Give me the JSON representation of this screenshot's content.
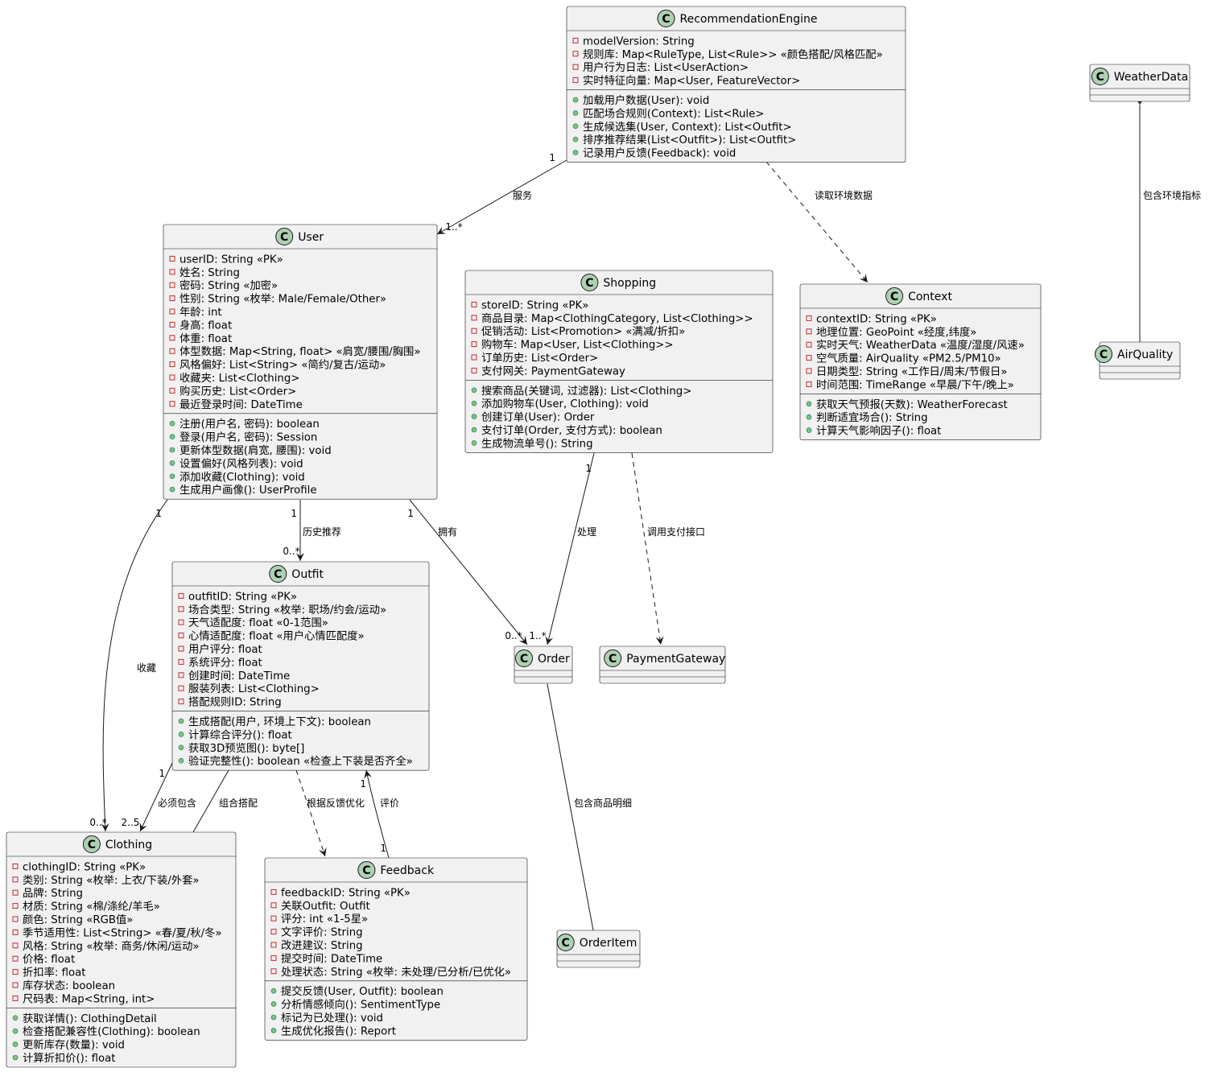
{
  "classes": {
    "RecommendationEngine": {
      "name": "RecommendationEngine",
      "attributes": [
        "modelVersion: String",
        "规则库: Map<RuleType, List<Rule>> «颜色搭配/风格匹配»",
        "用户行为日志: List<UserAction>",
        "实时特征向量: Map<User, FeatureVector>"
      ],
      "methods": [
        "加载用户数据(User): void",
        "匹配场合规则(Context): List<Rule>",
        "生成候选集(User, Context): List<Outfit>",
        "排序推荐结果(List<Outfit>): List<Outfit>",
        "记录用户反馈(Feedback): void"
      ]
    },
    "WeatherData": {
      "name": "WeatherData",
      "attributes": [],
      "methods": []
    },
    "AirQuality": {
      "name": "AirQuality",
      "attributes": [],
      "methods": []
    },
    "User": {
      "name": "User",
      "attributes": [
        "userID: String «PK»",
        "姓名: String",
        "密码: String «加密»",
        "性别: String «枚举: Male/Female/Other»",
        "年龄: int",
        "身高: float",
        "体重: float",
        "体型数据: Map<String, float> «肩宽/腰围/胸围»",
        "风格偏好: List<String> «简约/复古/运动»",
        "收藏夹: List<Clothing>",
        "购买历史: List<Order>",
        "最近登录时间: DateTime"
      ],
      "methods": [
        "注册(用户名, 密码): boolean",
        "登录(用户名, 密码): Session",
        "更新体型数据(肩宽, 腰围): void",
        "设置偏好(风格列表): void",
        "添加收藏(Clothing): void",
        "生成用户画像(): UserProfile"
      ]
    },
    "Shopping": {
      "name": "Shopping",
      "attributes": [
        "storeID: String «PK»",
        "商品目录: Map<ClothingCategory, List<Clothing>>",
        "促销活动: List<Promotion> «满减/折扣»",
        "购物车: Map<User, List<Clothing>>",
        "订单历史: List<Order>",
        "支付网关: PaymentGateway"
      ],
      "methods": [
        "搜索商品(关键词, 过滤器): List<Clothing>",
        "添加购物车(User, Clothing): void",
        "创建订单(User): Order",
        "支付订单(Order, 支付方式): boolean",
        "生成物流单号(): String"
      ]
    },
    "Context": {
      "name": "Context",
      "attributes": [
        "contextID: String «PK»",
        "地理位置: GeoPoint «经度,纬度»",
        "实时天气: WeatherData «温度/湿度/风速»",
        "空气质量: AirQuality «PM2.5/PM10»",
        "日期类型: String «工作日/周末/节假日»",
        "时间范围: TimeRange «早晨/下午/晚上»"
      ],
      "methods": [
        "获取天气预报(天数): WeatherForecast",
        "判断适宜场合(): String",
        "计算天气影响因子(): float"
      ]
    },
    "Outfit": {
      "name": "Outfit",
      "attributes": [
        "outfitID: String «PK»",
        "场合类型: String «枚举: 职场/约会/运动»",
        "天气适配度: float «0-1范围»",
        "心情适配度: float «用户心情匹配度»",
        "用户评分: float",
        "系统评分: float",
        "创建时间: DateTime",
        "服装列表: List<Clothing>",
        "搭配规则ID: String"
      ],
      "methods": [
        "生成搭配(用户, 环境上下文): boolean",
        "计算综合评分(): float",
        "获取3D预览图(): byte[]",
        "验证完整性(): boolean «检查上下装是否齐全»"
      ]
    },
    "Order": {
      "name": "Order",
      "attributes": [],
      "methods": []
    },
    "PaymentGateway": {
      "name": "PaymentGateway",
      "attributes": [],
      "methods": []
    },
    "Clothing": {
      "name": "Clothing",
      "attributes": [
        "clothingID: String «PK»",
        "类别: String «枚举: 上衣/下装/外套»",
        "品牌: String",
        "材质: String «棉/涤纶/羊毛»",
        "颜色: String «RGB值»",
        "季节适用性: List<String> «春/夏/秋/冬»",
        "风格: String «枚举: 商务/休闲/运动»",
        "价格: float",
        "折扣率: float",
        "库存状态: boolean",
        "尺码表: Map<String, int>"
      ],
      "methods": [
        "获取详情(): ClothingDetail",
        "检查搭配兼容性(Clothing): boolean",
        "更新库存(数量): void",
        "计算折扣价(): float"
      ]
    },
    "Feedback": {
      "name": "Feedback",
      "attributes": [
        "feedbackID: String «PK»",
        "关联Outfit: Outfit",
        "评分: int «1-5星»",
        "文字评价: String",
        "改进建议: String",
        "提交时间: DateTime",
        "处理状态: String «枚举: 未处理/已分析/已优化»"
      ],
      "methods": [
        "提交反馈(User, Outfit): boolean",
        "分析情感倾向(): SentimentType",
        "标记为已处理(): void",
        "生成优化报告(): Report"
      ]
    },
    "OrderItem": {
      "name": "OrderItem",
      "attributes": [],
      "methods": []
    }
  },
  "relations": [
    {
      "id": "engine-user",
      "from": "RecommendationEngine",
      "to": "User",
      "kind": "association",
      "label": "服务",
      "from_mult": "1",
      "to_mult": "1..*"
    },
    {
      "id": "engine-context",
      "from": "RecommendationEngine",
      "to": "Context",
      "kind": "dependency",
      "label": "读取环境数据",
      "from_mult": "",
      "to_mult": ""
    },
    {
      "id": "weather-air",
      "from": "WeatherData",
      "to": "AirQuality",
      "kind": "composition",
      "label": "包含环境指标",
      "from_mult": "",
      "to_mult": ""
    },
    {
      "id": "user-outfit",
      "from": "User",
      "to": "Outfit",
      "kind": "association",
      "label": "历史推荐",
      "from_mult": "1",
      "to_mult": "0..*"
    },
    {
      "id": "user-clothing",
      "from": "User",
      "to": "Clothing",
      "kind": "association",
      "label": "收藏",
      "from_mult": "1",
      "to_mult": "0..*"
    },
    {
      "id": "user-order",
      "from": "User",
      "to": "Order",
      "kind": "association",
      "label": "拥有",
      "from_mult": "1",
      "to_mult": "0..*"
    },
    {
      "id": "shopping-order",
      "from": "Shopping",
      "to": "Order",
      "kind": "association",
      "label": "处理",
      "from_mult": "1",
      "to_mult": "1..*"
    },
    {
      "id": "shopping-payment",
      "from": "Shopping",
      "to": "PaymentGateway",
      "kind": "dependency",
      "label": "调用支付接口",
      "from_mult": "",
      "to_mult": ""
    },
    {
      "id": "outfit-clothing-assoc",
      "from": "Outfit",
      "to": "Clothing",
      "kind": "association",
      "label": "必须包含",
      "from_mult": "1",
      "to_mult": "2..5"
    },
    {
      "id": "outfit-clothing-comp",
      "from": "Outfit",
      "to": "Clothing",
      "kind": "composition",
      "label": "组合搭配",
      "from_mult": "",
      "to_mult": ""
    },
    {
      "id": "outfit-feedback",
      "from": "Outfit",
      "to": "Feedback",
      "kind": "dependency",
      "label": "根据反馈优化",
      "from_mult": "",
      "to_mult": ""
    },
    {
      "id": "feedback-outfit",
      "from": "Feedback",
      "to": "Outfit",
      "kind": "association",
      "label": "评价",
      "from_mult": "1",
      "to_mult": "1"
    },
    {
      "id": "order-orderitem",
      "from": "Order",
      "to": "OrderItem",
      "kind": "composition",
      "label": "包含商品明细",
      "from_mult": "",
      "to_mult": ""
    }
  ],
  "colors": {
    "class_fill": "#F1F1F1",
    "class_border": "#181818",
    "icon_fill": "#ADD1B2",
    "icon_border": "#181818",
    "private_marker": "#C82930",
    "public_marker": "#84BE84",
    "edge": "#181818"
  }
}
